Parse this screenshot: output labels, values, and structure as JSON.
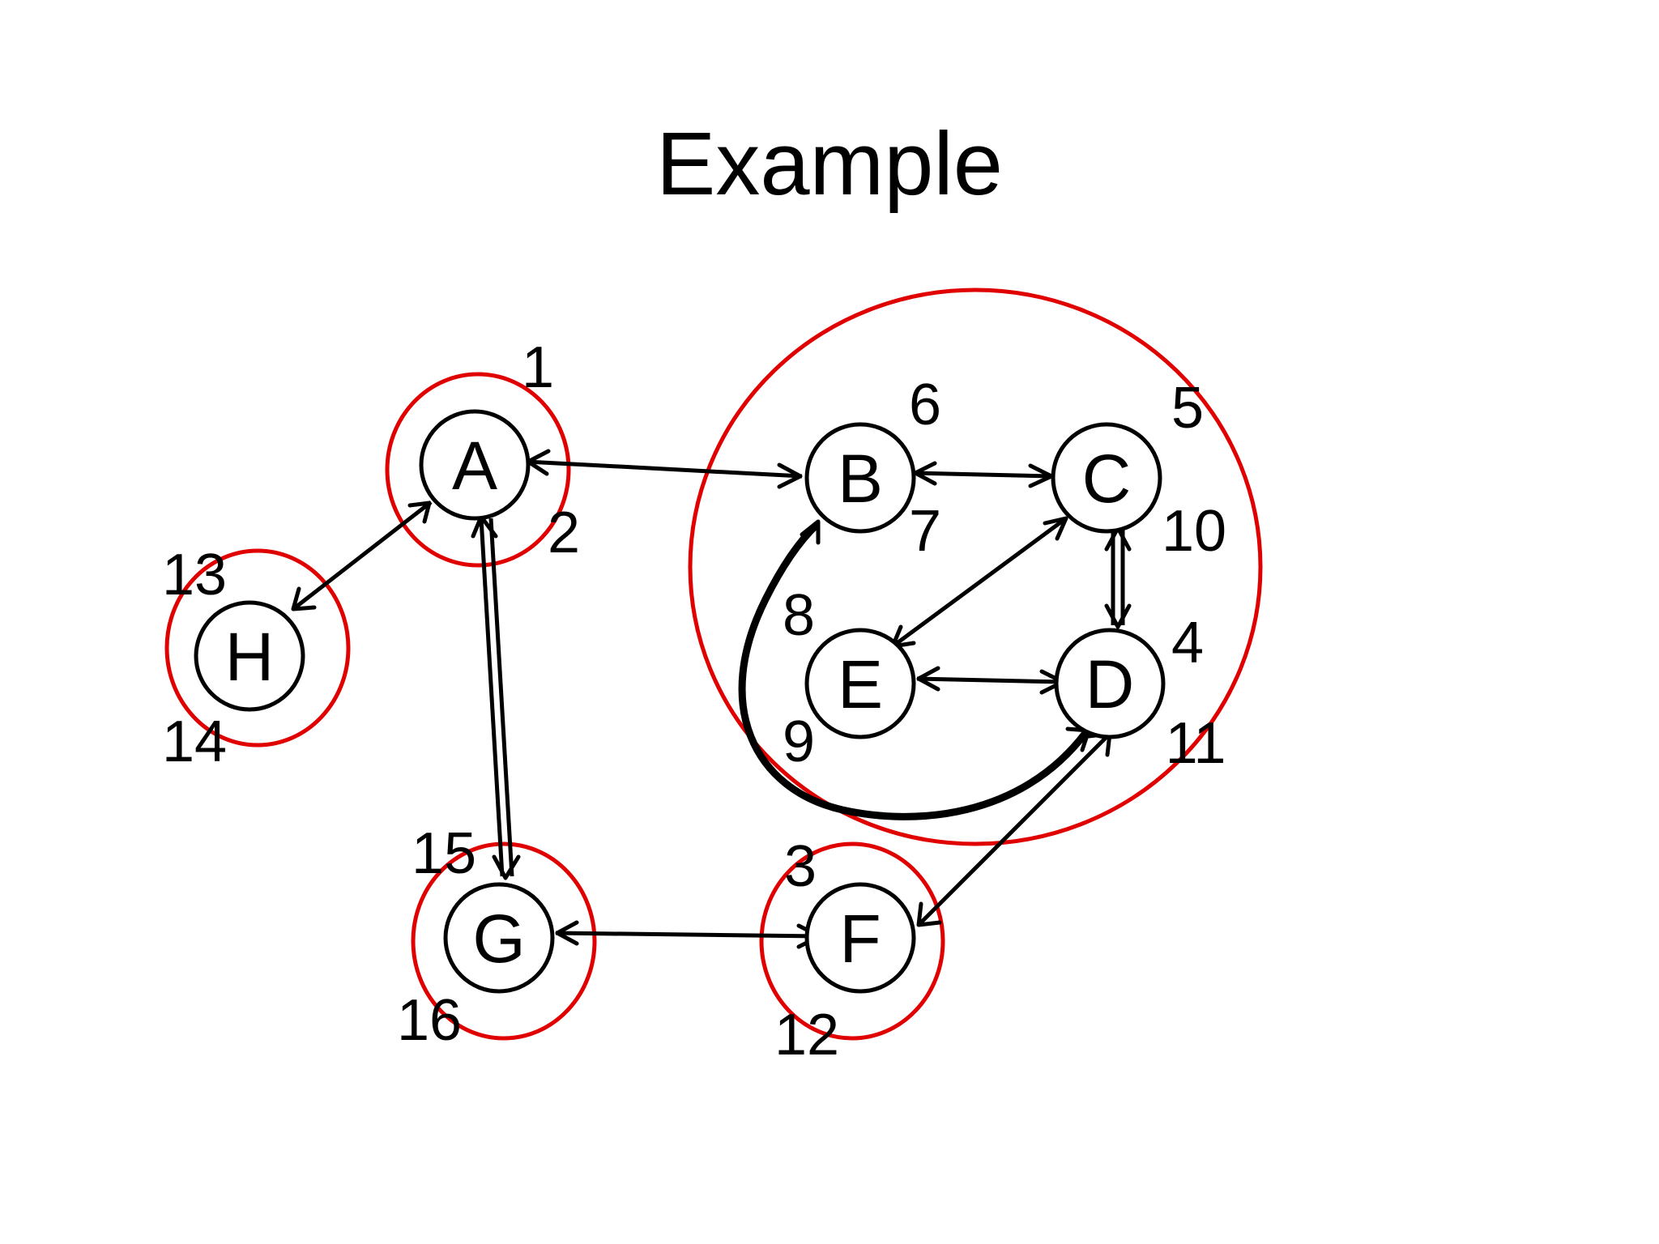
{
  "title": "Example",
  "nodes": {
    "A": {
      "label": "A",
      "discovery": "1",
      "finish": "2"
    },
    "B": {
      "label": "B",
      "discovery": "6",
      "finish": "7"
    },
    "C": {
      "label": "C",
      "discovery": "5",
      "finish": "10"
    },
    "D": {
      "label": "D",
      "discovery": "4",
      "finish": "11"
    },
    "E": {
      "label": "E",
      "discovery": "8",
      "finish": "9"
    },
    "F": {
      "label": "F",
      "discovery": "3",
      "finish": "12"
    },
    "G": {
      "label": "G",
      "discovery": "15",
      "finish": "16"
    },
    "H": {
      "label": "H",
      "discovery": "13",
      "finish": "14"
    }
  },
  "edges": [
    {
      "from": "A",
      "to": "B",
      "bidirectional": true
    },
    {
      "from": "A",
      "to": "H",
      "bidirectional": true
    },
    {
      "from": "A",
      "to": "G",
      "bidirectional": true
    },
    {
      "from": "B",
      "to": "C",
      "bidirectional": true
    },
    {
      "from": "C",
      "to": "D",
      "bidirectional": true
    },
    {
      "from": "C",
      "to": "E",
      "bidirectional": true
    },
    {
      "from": "E",
      "to": "D",
      "bidirectional": true
    },
    {
      "from": "D",
      "to": "B",
      "bidirectional": true
    },
    {
      "from": "D",
      "to": "F",
      "bidirectional": true
    },
    {
      "from": "G",
      "to": "F",
      "bidirectional": true
    }
  ],
  "components": [
    [
      "A"
    ],
    [
      "B",
      "C",
      "D",
      "E"
    ],
    [
      "F"
    ],
    [
      "G"
    ],
    [
      "H"
    ]
  ],
  "colors": {
    "node_stroke": "#000000",
    "component_circle": "#e00000",
    "background": "#ffffff"
  }
}
